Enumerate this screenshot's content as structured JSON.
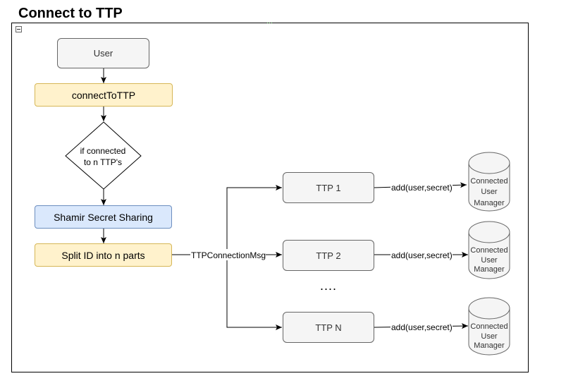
{
  "title": "Connect to TTP",
  "nodes": {
    "user": "User",
    "connect": "connectToTTP",
    "decision_line1": "if connected",
    "decision_line2": "to n TTP's",
    "shamir": "Shamir Secret Sharing",
    "split": "Split ID into n parts",
    "ttp1": "TTP 1",
    "ttp2": "TTP 2",
    "ttpn": "TTP N",
    "ellipsis": "...."
  },
  "edges": {
    "message": "TTPConnectionMsg",
    "add1": "add(user,secret)",
    "add2": "add(user,secret)",
    "addn": "add(user,secret)"
  },
  "databases": {
    "line1": "Connected",
    "line2": "User",
    "line3": "Manager"
  },
  "colors": {
    "yellow_fill": "#fff2cc",
    "yellow_stroke": "#d6b656",
    "blue_fill": "#dae8fc",
    "blue_stroke": "#6c8ebf",
    "grey_fill": "#f5f5f5"
  }
}
